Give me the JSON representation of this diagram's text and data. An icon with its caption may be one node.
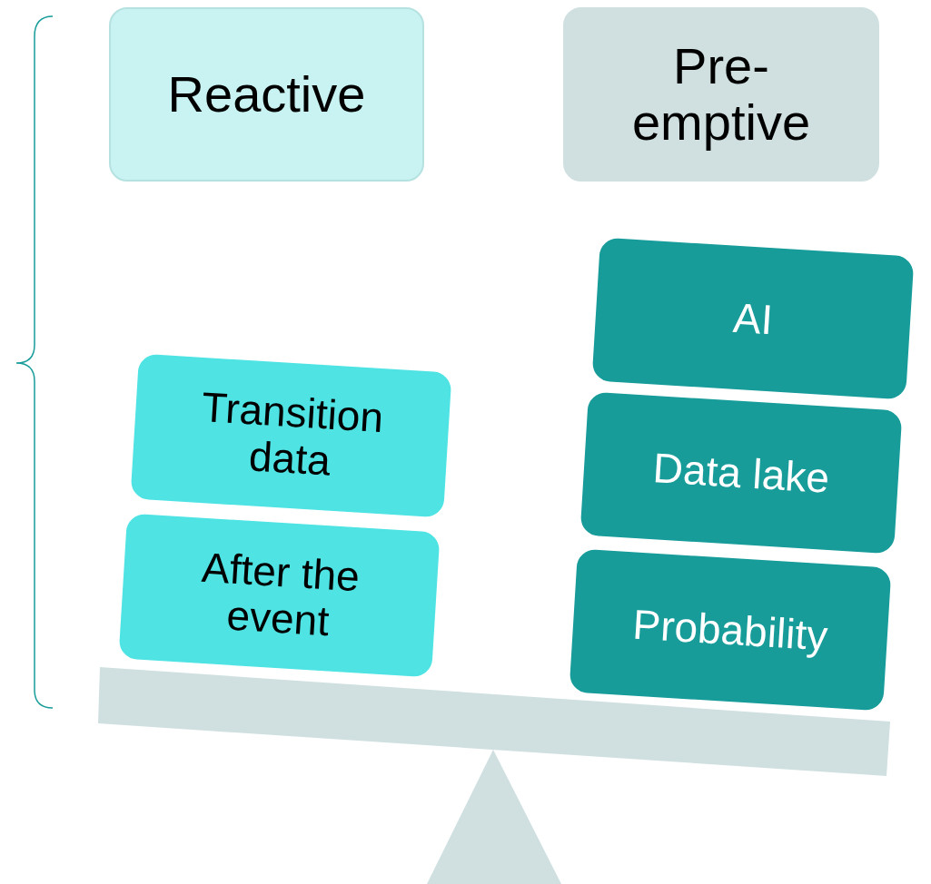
{
  "diagram": {
    "nodes": [
      {
        "text": [
          "Reactive"
        ]
      },
      {
        "text": [
          "Pre-emptive"
        ]
      },
      {
        "text": [
          "Transition data"
        ]
      },
      {
        "text": [
          "After the event"
        ]
      },
      {
        "text": [
          "AI"
        ]
      },
      {
        "text": [
          "Data lake"
        ]
      },
      {
        "text": [
          "Probability"
        ]
      }
    ]
  }
}
